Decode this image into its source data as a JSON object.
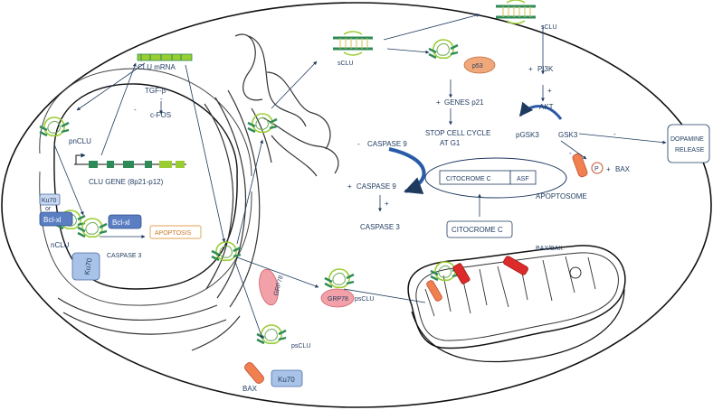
{
  "labels": {
    "clu_mrna": "CLU mRNA",
    "tgf_beta": "TGF-β",
    "c_fos": "c-FOS",
    "minus": "-",
    "plus": "+",
    "pnclu": "pnCLU",
    "clu_gene": "CLU GENE (8p21-p12)",
    "ku70": "Ku70",
    "or": "or",
    "bclxl": "Bcl-xl",
    "nclu": "nCLU",
    "apoptosis": "APOPTOSIS",
    "caspase3_nuc": "CASPASE 3",
    "sclu": "sCLU",
    "p53": "p53",
    "genes_p21": "GENES p21",
    "stop_cell_cycle": "STOP CELL CYCLE",
    "at_g1": "AT G1",
    "pi3k": "PI3K",
    "akt": "AKT",
    "pgsk3": "pGSK3",
    "gsk3": "GSK3",
    "dopamine_1": "DOPAMINE",
    "dopamine_2": "RELEASE",
    "caspase9": "CASPASE 9",
    "caspase3": "CASPASE  3",
    "citocrome_c": "CITOCROME C",
    "asf": "ASF",
    "apoptosome": "APOPTOSOME",
    "bax_bak": "BAX/BAK",
    "bax_plus": "BAX",
    "phospho": "P",
    "grp78": "GRP78",
    "psclu": "psCLU",
    "bax": "BAX"
  }
}
